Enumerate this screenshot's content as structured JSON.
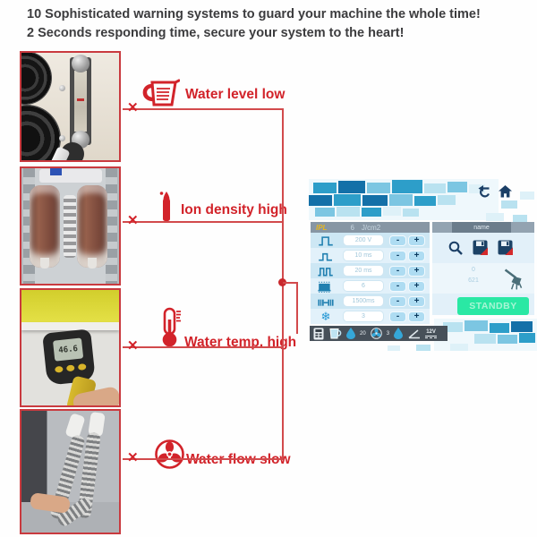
{
  "header": {
    "line1": "10 Sophisticated warning systems to guard your machine the whole time!",
    "line2": "2 Seconds responding time, secure your system to the heart!"
  },
  "warnings": [
    {
      "icon": "measuring-cup-icon",
      "label": "Water level low"
    },
    {
      "icon": "ion-density-icon",
      "label": "Ion density high"
    },
    {
      "icon": "thermometer-icon",
      "label": "Water temp. high"
    },
    {
      "icon": "fan-icon",
      "label": "Water flow slow"
    }
  ],
  "photos": {
    "temp_gun_reading": "46.6"
  },
  "device_ui": {
    "nav": {
      "back_icon": "back-arrow-icon",
      "home_icon": "home-icon"
    },
    "params_panel": {
      "mode": "IPL",
      "energy_value": "6",
      "energy_unit": "J/cm2",
      "minus_label": "-",
      "plus_label": "+",
      "rows": [
        {
          "icon": "single-pulse-icon",
          "value": "200 V"
        },
        {
          "icon": "narrow-pulse-icon",
          "value": "10 ms"
        },
        {
          "icon": "double-pulse-icon",
          "value": "20 ms"
        },
        {
          "icon": "multi-pulse-icon",
          "value": "6"
        },
        {
          "icon": "pulse-train-icon",
          "value": "1500ms"
        },
        {
          "icon": "snowflake-icon",
          "value": "3"
        }
      ]
    },
    "preset_panel": {
      "name_label": "name",
      "icons": [
        "search-icon",
        "save-disk-icon",
        "save-disk-icon"
      ],
      "count_top": "0",
      "count_bottom": "621",
      "broom_icon": "broom-icon",
      "standby_label": "STANDBY"
    },
    "status_bar": {
      "items": [
        {
          "icon": "handpiece-grid-icon"
        },
        {
          "icon": "cup-icon"
        },
        {
          "icon": "water-drop-icon",
          "value": "20"
        },
        {
          "icon": "fan-small-icon",
          "value": "3"
        },
        {
          "icon": "water-drop-icon"
        },
        {
          "icon": "angle-icon"
        },
        {
          "icon": "voltage-icon",
          "label": "12V"
        }
      ]
    }
  },
  "colors": {
    "accent_red": "#d2232a",
    "tile_blue_dark": "#1470a8",
    "tile_blue_mid": "#2d9ec9",
    "standby_green": "#2ae8a4",
    "mode_yellow": "#e8b71e"
  }
}
